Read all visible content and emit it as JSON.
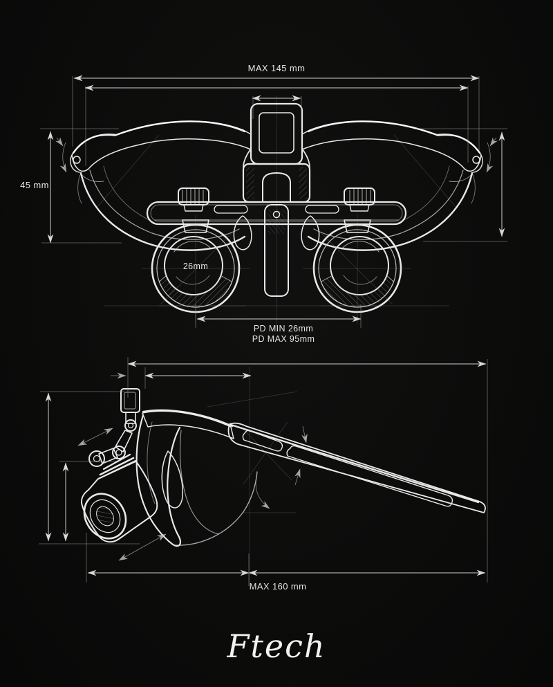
{
  "colors": {
    "background": "#0c0c0b",
    "sketch_line": "#e8e8e8",
    "dimension_line": "#cfcfcf",
    "text": "#e4e4e4"
  },
  "front_view": {
    "max_width_label": "MAX 145 mm",
    "height_label": "45 mm",
    "lens_diameter_label": "26mm",
    "pd_min_label": "PD MIN 26mm",
    "pd_max_label": "PD MAX 95mm"
  },
  "side_view": {
    "max_length_label": "MAX 160 mm"
  },
  "brand": {
    "logo_text": "Ftech"
  }
}
